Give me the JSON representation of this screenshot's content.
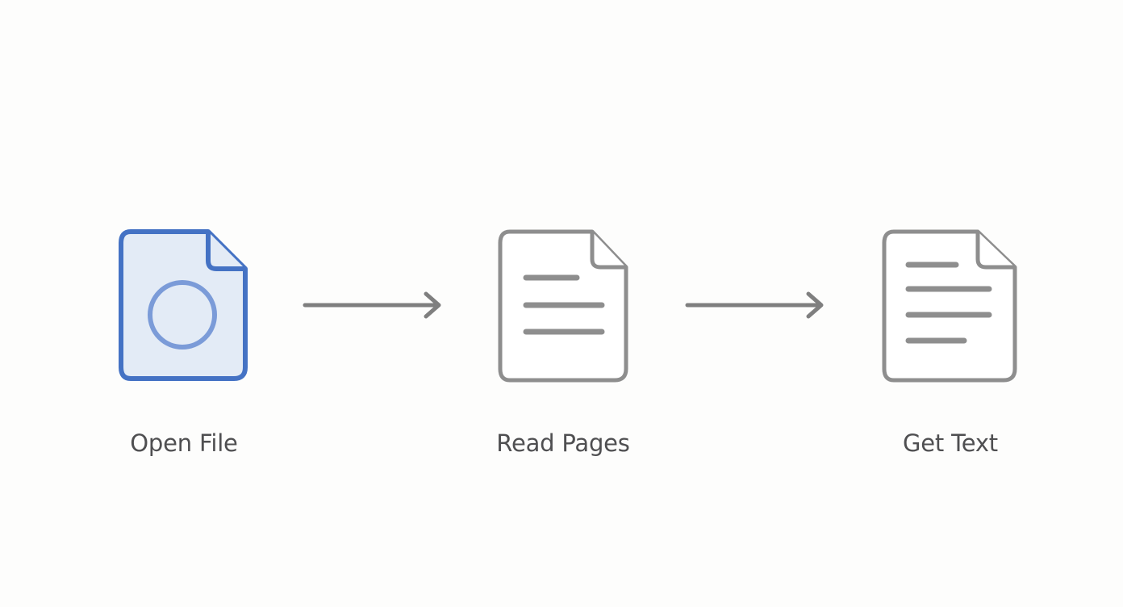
{
  "steps": [
    {
      "label": "Open File",
      "icon": "file-circle-icon",
      "color": "#4472c4",
      "fill": "#e3ebf6"
    },
    {
      "label": "Read Pages",
      "icon": "file-lines-icon",
      "color": "#8e8e8e",
      "fill": "#ffffff"
    },
    {
      "label": "Get Text",
      "icon": "file-text-icon",
      "color": "#8e8e8e",
      "fill": "#ffffff"
    }
  ],
  "colors": {
    "background": "#fdfdfc",
    "label_text": "#4f4f51",
    "arrow": "#7f7f7f"
  }
}
